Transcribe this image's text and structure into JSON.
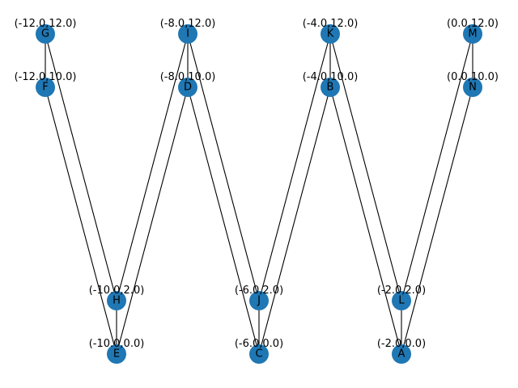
{
  "graph": {
    "node_color": "#1f77b4",
    "edge_color": "#000000",
    "nodes": [
      {
        "id": "A",
        "x": -2,
        "y": 0,
        "coord_label": "(-2.0,0.0)"
      },
      {
        "id": "B",
        "x": -4,
        "y": 10,
        "coord_label": "(-4.0,10.0)"
      },
      {
        "id": "C",
        "x": -6,
        "y": 0,
        "coord_label": "(-6.0,0.0)"
      },
      {
        "id": "D",
        "x": -8,
        "y": 10,
        "coord_label": "(-8.0,10.0)"
      },
      {
        "id": "E",
        "x": -10,
        "y": 0,
        "coord_label": "(-10.0,0.0)"
      },
      {
        "id": "F",
        "x": -12,
        "y": 10,
        "coord_label": "(-12.0,10.0)"
      },
      {
        "id": "G",
        "x": -12,
        "y": 12,
        "coord_label": "(-12.0,12.0)"
      },
      {
        "id": "H",
        "x": -10,
        "y": 2,
        "coord_label": "(-10.0,2.0)"
      },
      {
        "id": "I",
        "x": -8,
        "y": 12,
        "coord_label": "(-8.0,12.0)"
      },
      {
        "id": "J",
        "x": -6,
        "y": 2,
        "coord_label": "(-6.0,2.0)"
      },
      {
        "id": "K",
        "x": -4,
        "y": 12,
        "coord_label": "(-4.0,12.0)"
      },
      {
        "id": "L",
        "x": -2,
        "y": 2,
        "coord_label": "(-2.0,2.0)"
      },
      {
        "id": "M",
        "x": 0,
        "y": 12,
        "coord_label": "(0.0,12.0)"
      },
      {
        "id": "N",
        "x": 0,
        "y": 10,
        "coord_label": "(0.0,10.0)"
      }
    ],
    "edges": [
      [
        "A",
        "B"
      ],
      [
        "B",
        "C"
      ],
      [
        "C",
        "D"
      ],
      [
        "D",
        "E"
      ],
      [
        "E",
        "F"
      ],
      [
        "G",
        "H"
      ],
      [
        "H",
        "I"
      ],
      [
        "I",
        "J"
      ],
      [
        "J",
        "K"
      ],
      [
        "K",
        "L"
      ],
      [
        "L",
        "M"
      ],
      [
        "F",
        "G"
      ],
      [
        "H",
        "E"
      ],
      [
        "I",
        "D"
      ],
      [
        "J",
        "C"
      ],
      [
        "K",
        "B"
      ],
      [
        "L",
        "A"
      ],
      [
        "M",
        "N"
      ],
      [
        "N",
        "A"
      ]
    ]
  }
}
